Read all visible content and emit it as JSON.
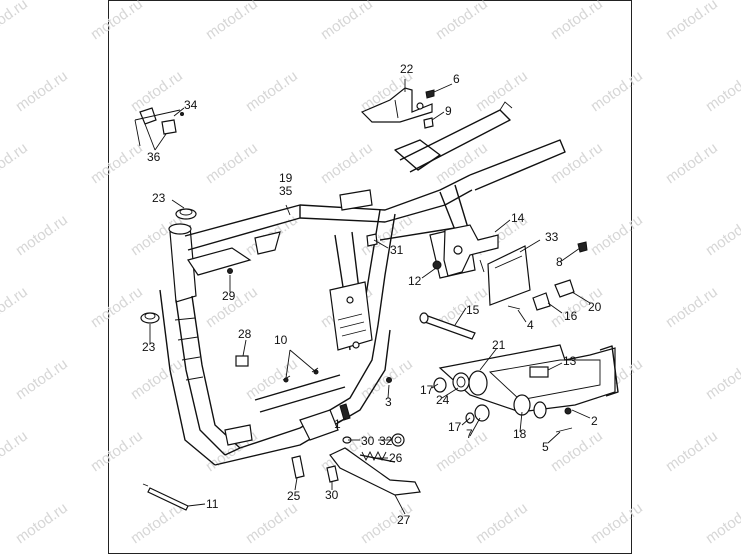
{
  "watermark": "motod.ru",
  "labels": [
    {
      "id": "1",
      "text": "1"
    },
    {
      "id": "2",
      "text": "2"
    },
    {
      "id": "3",
      "text": "3"
    },
    {
      "id": "4",
      "text": "4"
    },
    {
      "id": "5",
      "text": "5"
    },
    {
      "id": "6",
      "text": "6"
    },
    {
      "id": "7",
      "text": "7"
    },
    {
      "id": "8",
      "text": "8"
    },
    {
      "id": "9",
      "text": "9"
    },
    {
      "id": "10",
      "text": "10"
    },
    {
      "id": "11",
      "text": "11"
    },
    {
      "id": "12",
      "text": "12"
    },
    {
      "id": "13",
      "text": "13"
    },
    {
      "id": "14",
      "text": "14"
    },
    {
      "id": "15",
      "text": "15"
    },
    {
      "id": "16",
      "text": "16"
    },
    {
      "id": "17a",
      "text": "17"
    },
    {
      "id": "17b",
      "text": "17"
    },
    {
      "id": "18",
      "text": "18"
    },
    {
      "id": "19",
      "text": "19"
    },
    {
      "id": "20",
      "text": "20"
    },
    {
      "id": "21",
      "text": "21"
    },
    {
      "id": "22",
      "text": "22"
    },
    {
      "id": "23a",
      "text": "23"
    },
    {
      "id": "23b",
      "text": "23"
    },
    {
      "id": "24",
      "text": "24"
    },
    {
      "id": "25",
      "text": "25"
    },
    {
      "id": "26",
      "text": "26"
    },
    {
      "id": "27",
      "text": "27"
    },
    {
      "id": "28",
      "text": "28"
    },
    {
      "id": "29",
      "text": "29"
    },
    {
      "id": "30a",
      "text": "30"
    },
    {
      "id": "30b",
      "text": "30"
    },
    {
      "id": "31",
      "text": "31"
    },
    {
      "id": "32",
      "text": "32"
    },
    {
      "id": "33",
      "text": "33"
    },
    {
      "id": "34",
      "text": "34"
    },
    {
      "id": "35",
      "text": "35"
    },
    {
      "id": "36",
      "text": "36"
    }
  ]
}
